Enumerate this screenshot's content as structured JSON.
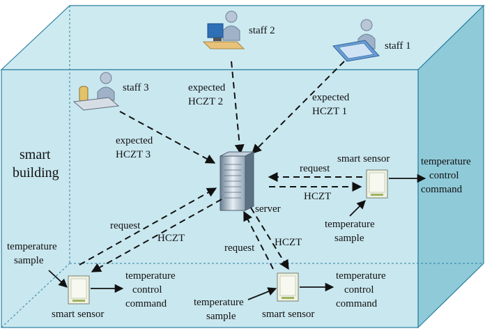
{
  "building": {
    "line1": "smart",
    "line2": "building"
  },
  "staff": [
    {
      "name": "staff 1",
      "expected_line1": "expected",
      "expected_line2": "HCZT 1"
    },
    {
      "name": "staff 2",
      "expected_line1": "expected",
      "expected_line2": "HCZT 2"
    },
    {
      "name": "staff 3",
      "expected_line1": "expected",
      "expected_line2": "HCZT 3"
    }
  ],
  "server": {
    "label": "server"
  },
  "sensors": [
    {
      "label": "smart sensor",
      "sample_line1": "temperature",
      "sample_line2": "sample",
      "command_line1": "temperature",
      "command_line2": "control",
      "command_line3": "command"
    },
    {
      "label": "smart sensor",
      "sample_line1": "temperature",
      "sample_line2": "sample",
      "command_line1": "temperature",
      "command_line2": "control",
      "command_line3": "command"
    },
    {
      "label": "smart sensor",
      "sample_line1": "temperature",
      "sample_line2": "sample",
      "command_line1": "temperature",
      "command_line2": "control",
      "command_line3": "command"
    }
  ],
  "links": {
    "request": "request",
    "hczt": "HCZT"
  },
  "colors": {
    "box_face": "#bfe3ec",
    "box_side": "#8fcad9",
    "box_top": "#cdeaf1",
    "server_body": "#d8e2ea",
    "sensor_body": "#e9eee0"
  }
}
